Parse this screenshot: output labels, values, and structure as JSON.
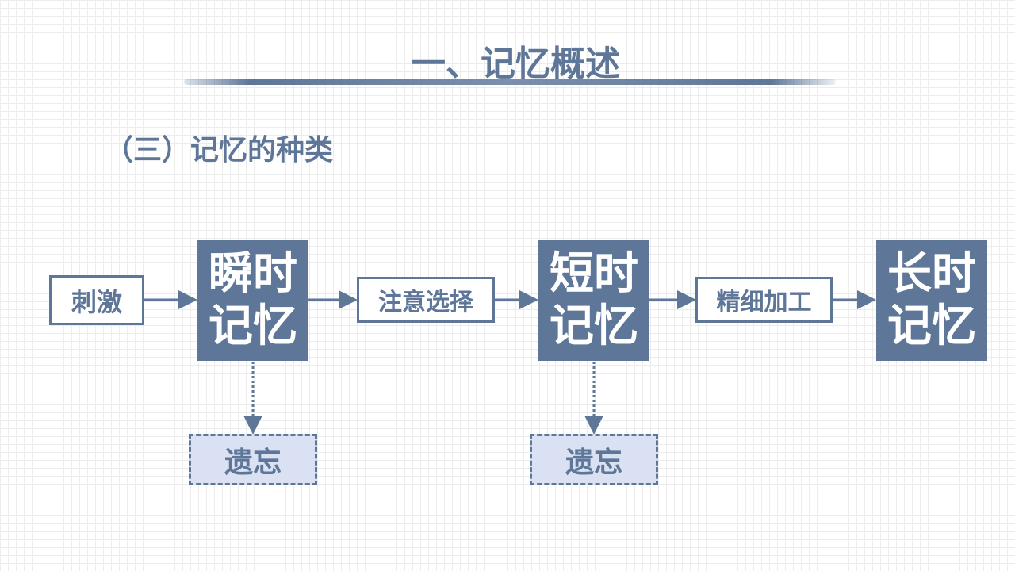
{
  "title": "一、记忆概述",
  "subtitle": "（三）记忆的种类",
  "nodes": {
    "stimulus": "刺激",
    "sensory": "瞬时记忆",
    "attention": "注意选择",
    "short": "短时记忆",
    "elaboration": "精细加工",
    "long": "长时记忆",
    "forget1": "遗忘",
    "forget2": "遗忘"
  },
  "colors": {
    "primary": "#5e7698",
    "forget_fill": "#d9e1f2"
  }
}
